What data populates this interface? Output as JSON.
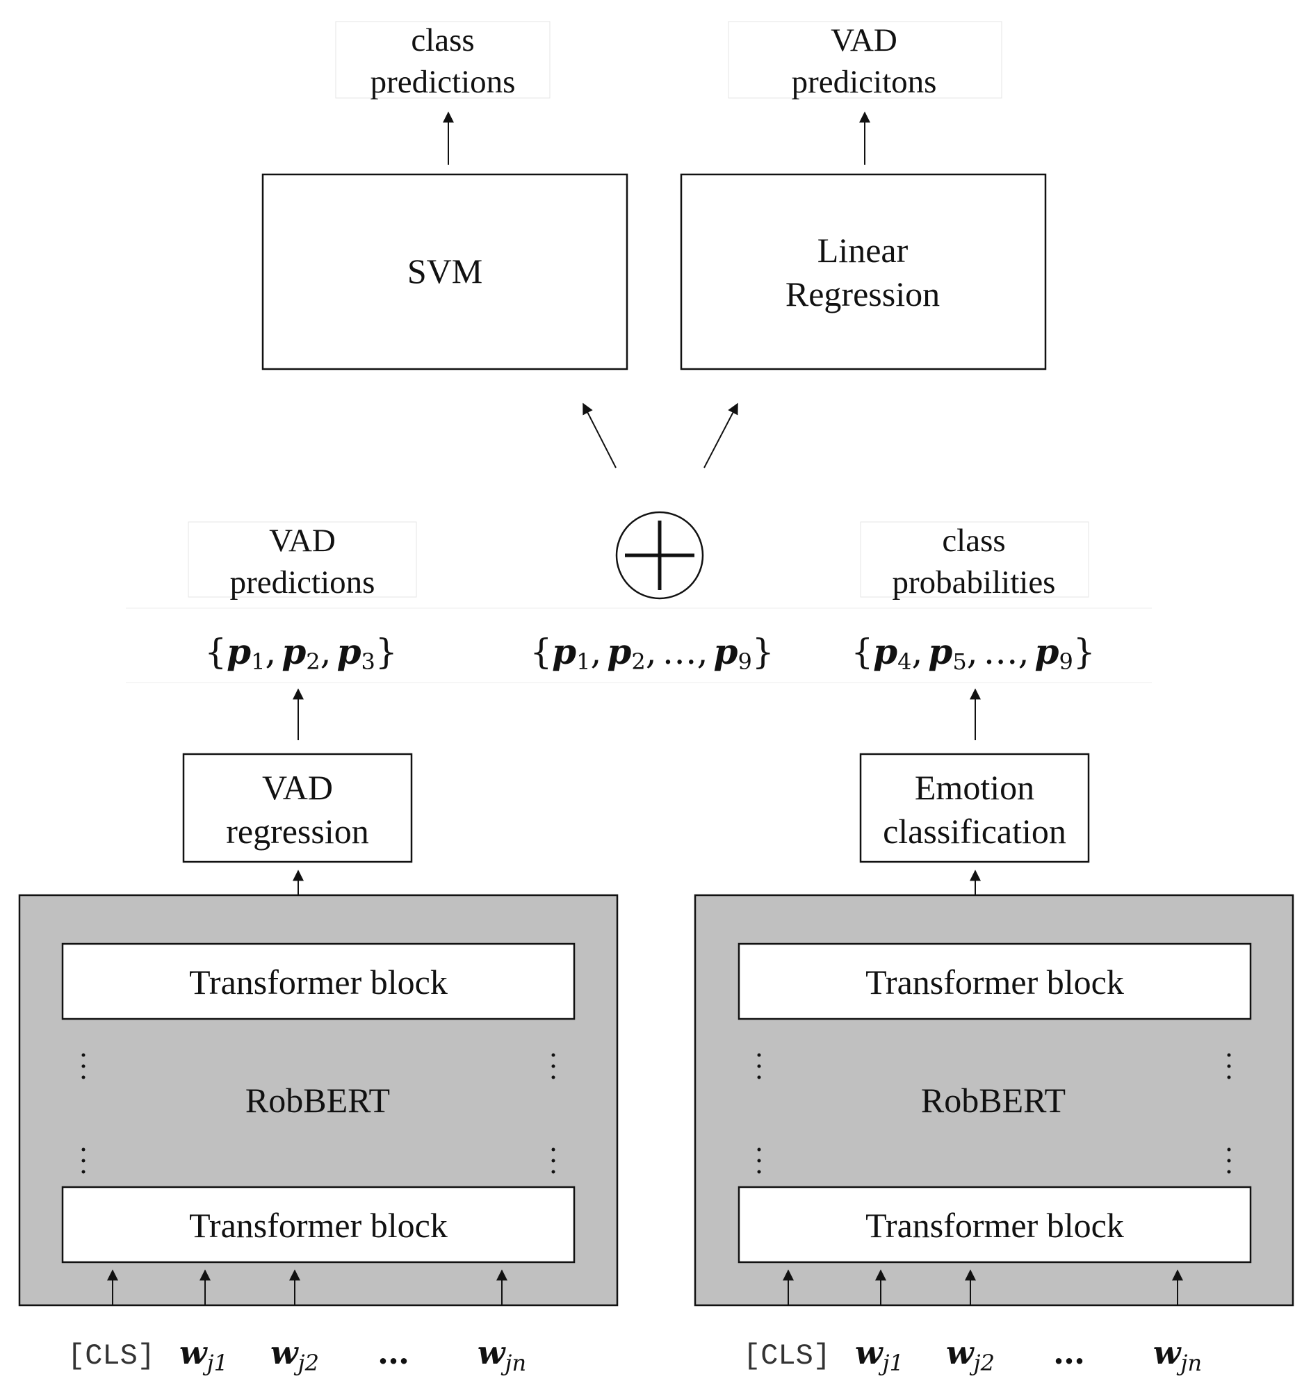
{
  "top": {
    "class_predictions": [
      "class",
      "predictions"
    ],
    "vad_predictions": [
      "VAD",
      "predicitons"
    ],
    "svm": "SVM",
    "linear_regression": [
      "Linear",
      "Regression"
    ]
  },
  "middle": {
    "vad_predictions": [
      "VAD",
      "predictions"
    ],
    "class_probabilities": [
      "class",
      "probabilities"
    ],
    "concat_symbol": "⊕",
    "left_set": {
      "open": "{",
      "p": "p",
      "i1": "1",
      "i2": "2",
      "i3": "3",
      "comma": ",",
      "close": "}"
    },
    "center_set": {
      "open": "{",
      "p": "p",
      "i1": "1",
      "i2": "2",
      "ellipsis": "…",
      "i9": "9",
      "comma": ",",
      "close": "}"
    },
    "right_set": {
      "open": "{",
      "p": "p",
      "i4": "4",
      "i5": "5",
      "ellipsis": "…",
      "i9": "9",
      "comma": ",",
      "close": "}"
    }
  },
  "heads": {
    "vad_regression": [
      "VAD",
      "regression"
    ],
    "emotion_classification": [
      "Emotion",
      "classification"
    ]
  },
  "encoders": [
    {
      "name": "RobBERT",
      "top_block": "Transformer block",
      "bottom_block": "Transformer block",
      "inputs": {
        "cls": "[CLS]",
        "w": "w",
        "j1": "j1",
        "j2": "j2",
        "jn": "jn",
        "ellipsis": "…"
      }
    },
    {
      "name": "RobBERT",
      "top_block": "Transformer block",
      "bottom_block": "Transformer block",
      "inputs": {
        "cls": "[CLS]",
        "w": "w",
        "j1": "j1",
        "j2": "j2",
        "jn": "jn",
        "ellipsis": "…"
      }
    }
  ],
  "colors": {
    "encoder_fill": "#c0c0c0",
    "line": "#111111"
  }
}
